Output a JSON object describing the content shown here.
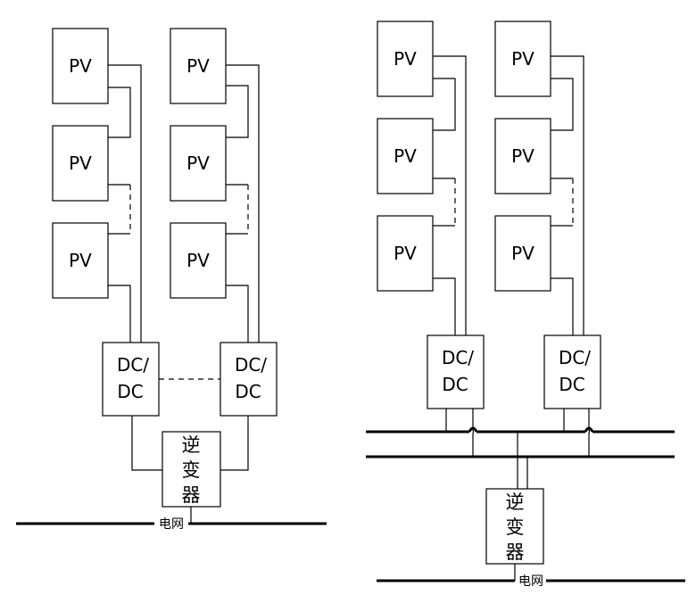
{
  "pv_label": "PV",
  "converter_label_line1": "DC/",
  "converter_label_line2": "DC",
  "inverter_label": [
    "逆",
    "变",
    "器"
  ],
  "grid_label": "电网"
}
